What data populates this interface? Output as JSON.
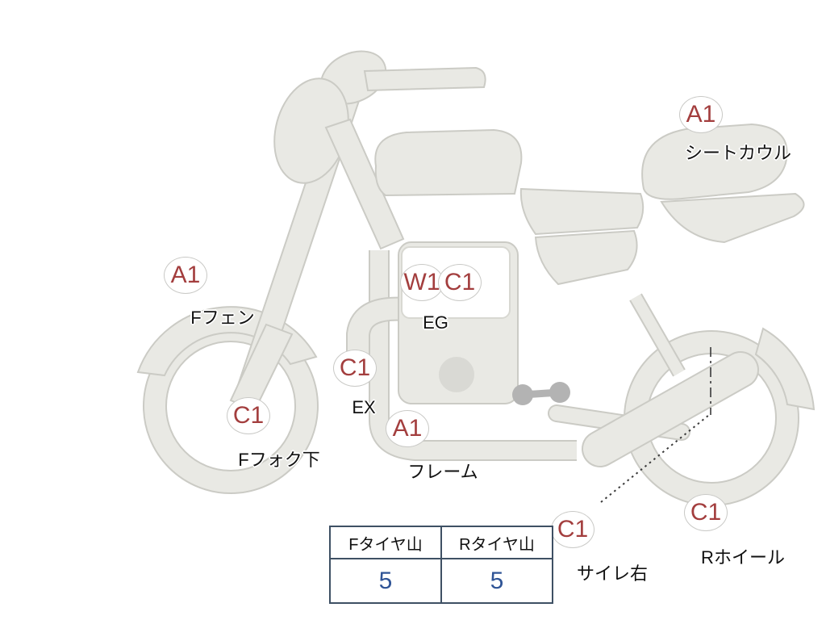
{
  "annotations": [
    {
      "codes": [
        "A1"
      ],
      "label": "シートカウル"
    },
    {
      "codes": [
        "A1"
      ],
      "label": "Fフェン"
    },
    {
      "codes": [
        "C1"
      ],
      "label": "Fフォク下"
    },
    {
      "codes": [
        "W1",
        "C1"
      ],
      "label": "EG"
    },
    {
      "codes": [
        "C1"
      ],
      "label": "EX"
    },
    {
      "codes": [
        "A1"
      ],
      "label": "フレーム"
    },
    {
      "codes": [
        "C1"
      ],
      "label": "サイレ右"
    },
    {
      "codes": [
        "C1"
      ],
      "label": "Rホイール"
    }
  ],
  "tire_table": {
    "columns": [
      "Fタイヤ山",
      "Rタイヤ山"
    ],
    "values": [
      "5",
      "5"
    ]
  },
  "colors": {
    "code_text": "#a33e3e",
    "tire_value_text": "#2f5496",
    "table_border": "#3e5064",
    "body_fill": "#e9e9e4",
    "body_stroke": "#cbcbc5"
  }
}
